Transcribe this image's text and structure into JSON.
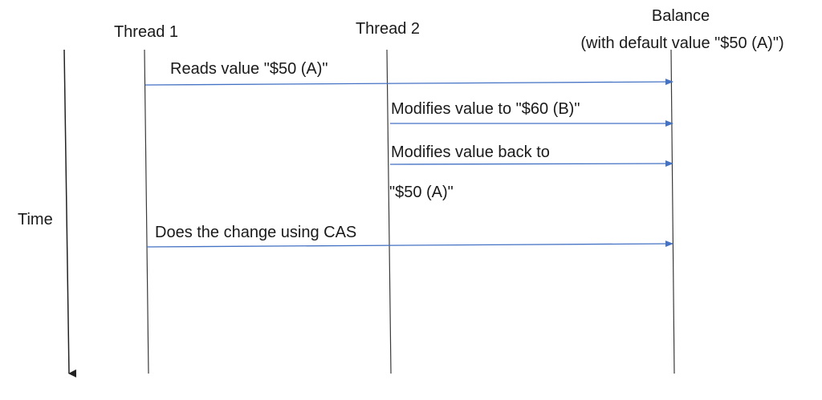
{
  "participants": {
    "thread1": "Thread 1",
    "thread2": "Thread 2",
    "balance_line1": "Balance",
    "balance_line2": "(with default value \"$50 (A)\")"
  },
  "time_label": "Time",
  "messages": [
    {
      "from": "thread1",
      "to": "balance",
      "label": "Reads value \"$50 (A)\""
    },
    {
      "from": "thread2",
      "to": "balance",
      "label": "Modifies value to \"$60 (B)\""
    },
    {
      "from": "thread2",
      "to": "balance",
      "label": "Modifies value back to",
      "label_cont": "\"$50 (A)\""
    },
    {
      "from": "thread1",
      "to": "balance",
      "label": "Does the change using CAS"
    }
  ],
  "colors": {
    "lifeline": "#3a3a3a",
    "message_arrow": "#4472c4",
    "time_arrow": "#222222"
  }
}
